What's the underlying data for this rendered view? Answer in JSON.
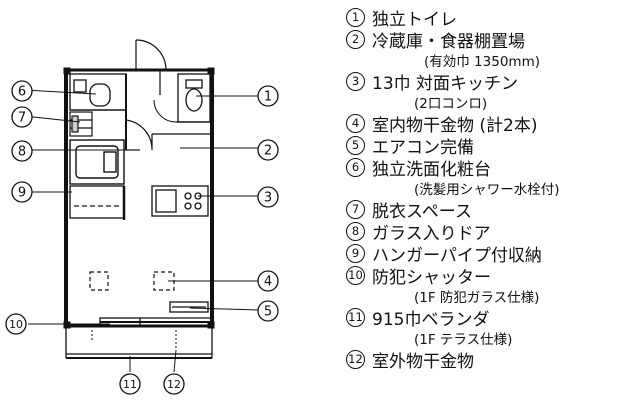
{
  "callouts": [
    "1",
    "2",
    "3",
    "4",
    "5",
    "6",
    "7",
    "8",
    "9",
    "10",
    "11",
    "12"
  ],
  "legend": [
    {
      "num": "1",
      "label": "独立トイレ"
    },
    {
      "num": "2",
      "label": "冷蔵庫・食器棚置場",
      "note": "(有効巾 1350mm)"
    },
    {
      "num": "3",
      "label": "13巾 対面キッチン",
      "note": "(2口コンロ)"
    },
    {
      "num": "4",
      "label": "室内物干金物 (計2本)"
    },
    {
      "num": "5",
      "label": "エアコン完備"
    },
    {
      "num": "6",
      "label": "独立洗面化粧台",
      "note": "(洗髪用シャワー水栓付)"
    },
    {
      "num": "7",
      "label": "脱衣スペース"
    },
    {
      "num": "8",
      "label": "ガラス入りドア"
    },
    {
      "num": "9",
      "label": "ハンガーパイプ付収納"
    },
    {
      "num": "10",
      "label": "防犯シャッター",
      "note": "(1F 防犯ガラス仕様)"
    },
    {
      "num": "11",
      "label": "915巾ベランダ",
      "note": "(1F テラス仕様)"
    },
    {
      "num": "12",
      "label": "室外物干金物"
    }
  ]
}
